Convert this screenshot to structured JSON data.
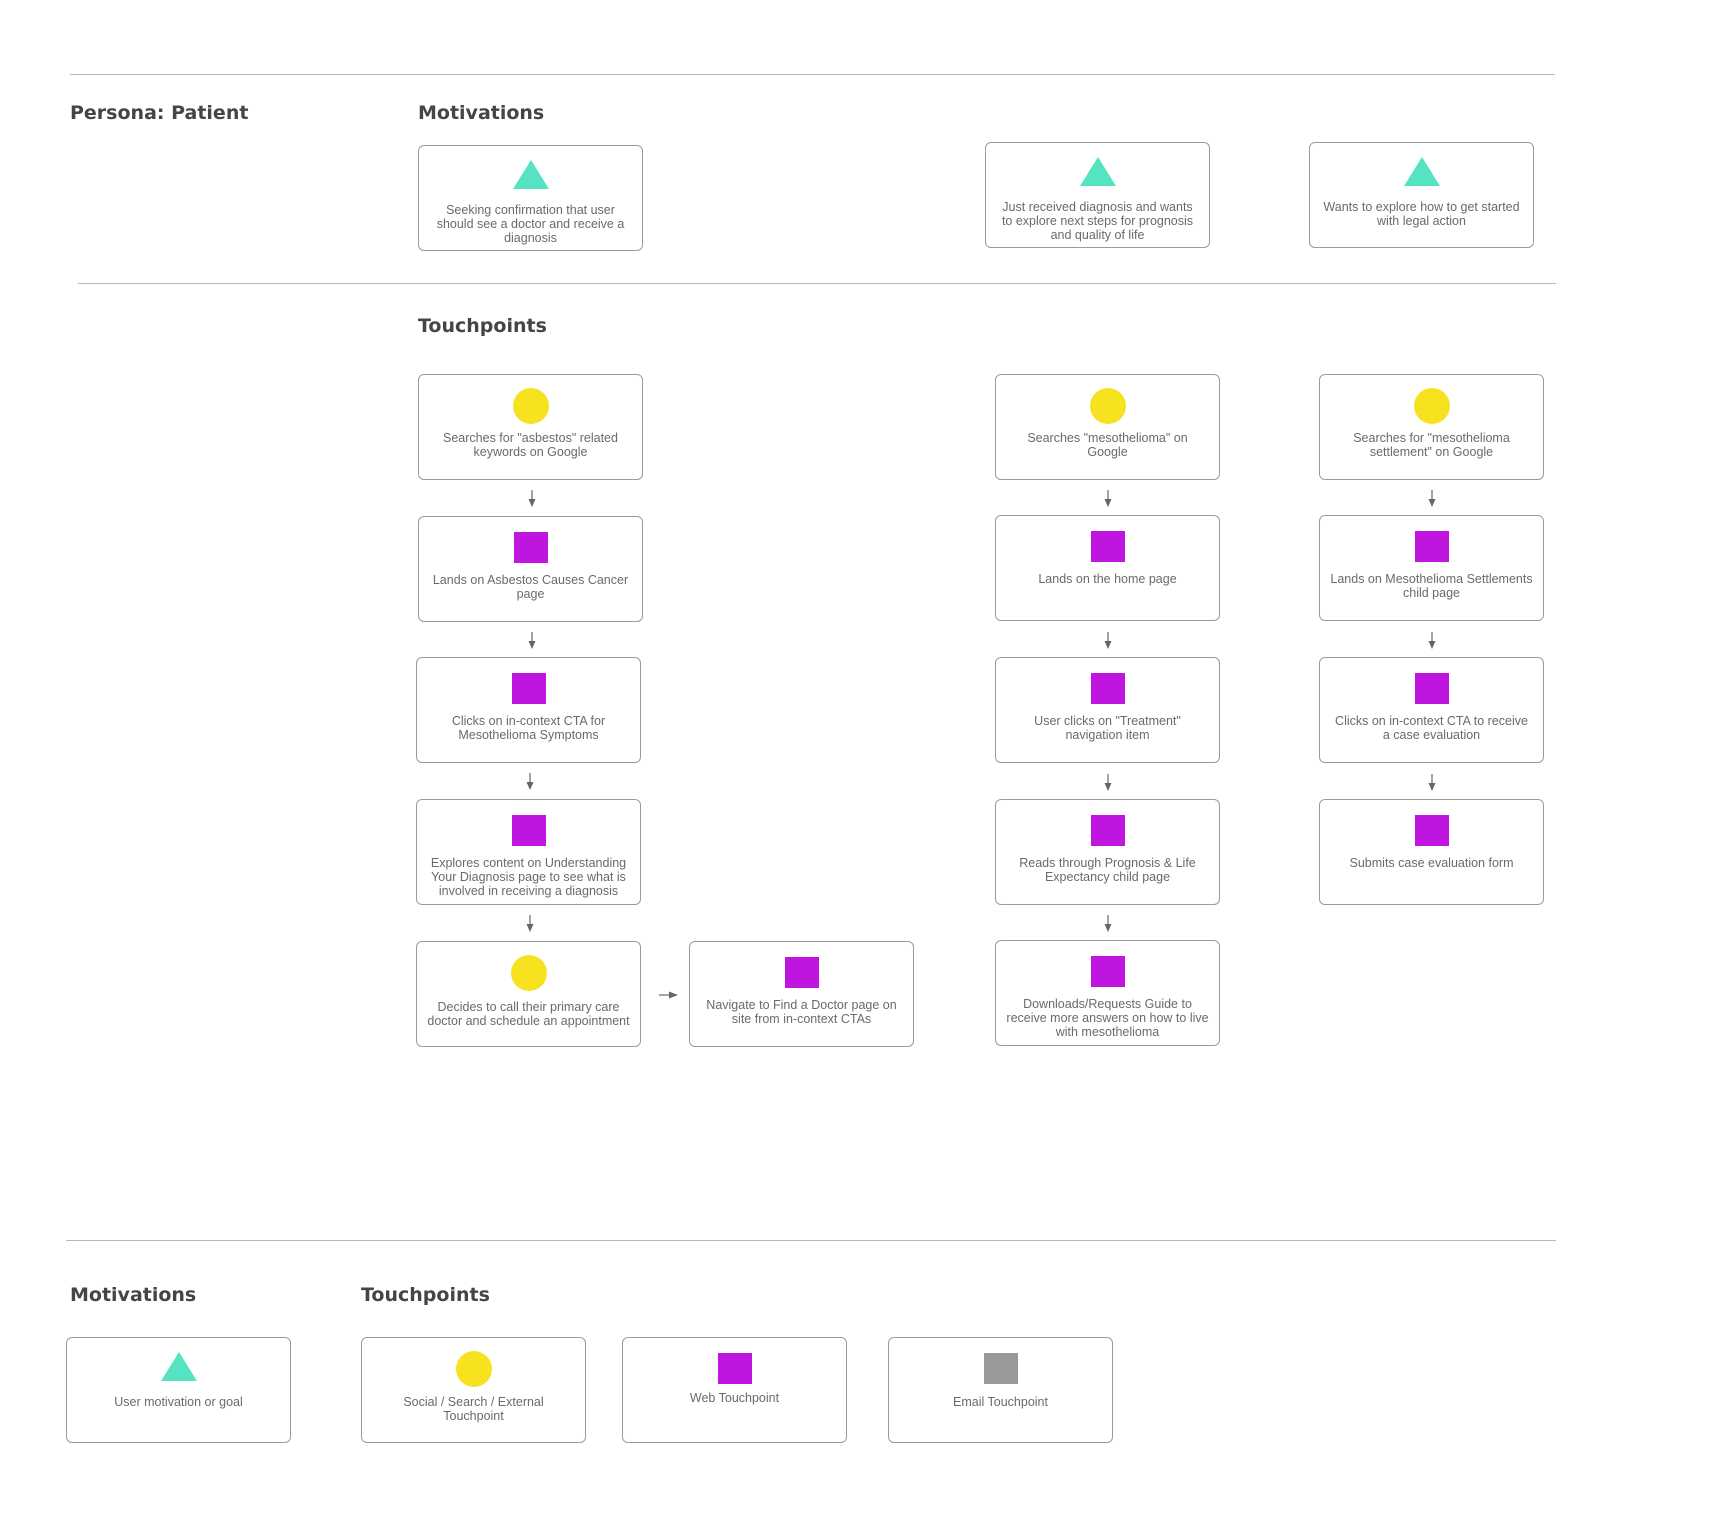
{
  "persona": "Persona: Patient",
  "sections": {
    "motivations": "Motivations",
    "touchpoints": "Touchpoints"
  },
  "motivations": [
    "Seeking confirmation that user should see a doctor and receive a diagnosis",
    "Just received diagnosis and wants to explore next steps for prognosis and quality of life",
    "Wants to explore how to get started with legal action"
  ],
  "journeys": [
    {
      "steps": [
        {
          "type": "social",
          "text": "Searches for \"asbestos\" related keywords on Google"
        },
        {
          "type": "web",
          "text": "Lands on Asbestos Causes Cancer page"
        },
        {
          "type": "web",
          "text": "Clicks on in-context CTA for Mesothelioma Symptoms"
        },
        {
          "type": "web",
          "text": "Explores content on Understanding Your Diagnosis page to see what is involved in receiving a diagnosis"
        },
        {
          "type": "social",
          "text": "Decides to call their primary care doctor and schedule an appointment"
        }
      ],
      "branch": {
        "type": "web",
        "text": "Navigate to Find a Doctor page on site from in-context CTAs"
      }
    },
    {
      "steps": [
        {
          "type": "social",
          "text": "Searches \"mesothelioma\" on Google"
        },
        {
          "type": "web",
          "text": "Lands on the home page"
        },
        {
          "type": "web",
          "text": "User clicks on \"Treatment\" navigation item"
        },
        {
          "type": "web",
          "text": "Reads through Prognosis & Life Expectancy child page"
        },
        {
          "type": "web",
          "text": "Downloads/Requests Guide to receive more answers on how to live with mesothelioma"
        }
      ]
    },
    {
      "steps": [
        {
          "type": "social",
          "text": "Searches for \"mesothelioma settlement\" on Google"
        },
        {
          "type": "web",
          "text": "Lands on Mesothelioma Settlements child page"
        },
        {
          "type": "web",
          "text": "Clicks on in-context CTA to receive a case evaluation"
        },
        {
          "type": "web",
          "text": "Submits case evaluation form"
        }
      ]
    }
  ],
  "legend": {
    "motivations_title": "Motivations",
    "touchpoints_title": "Touchpoints",
    "items": [
      {
        "type": "motivation",
        "text": "User motivation or goal"
      },
      {
        "type": "social",
        "text": "Social / Search / External Touchpoint"
      },
      {
        "type": "web",
        "text": "Web Touchpoint"
      },
      {
        "type": "email",
        "text": "Email Touchpoint"
      }
    ]
  },
  "colors": {
    "motivation": "#55e3c2",
    "social": "#f6e21e",
    "web": "#c015de",
    "email": "#999999"
  }
}
